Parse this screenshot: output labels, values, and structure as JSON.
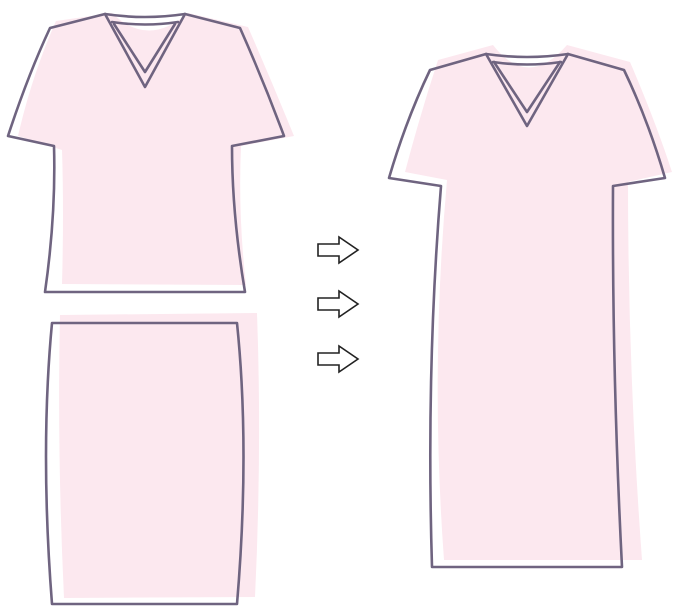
{
  "colors": {
    "fabric": "#fce8ef",
    "outline": "#6f6480",
    "arrow_fill": "#ffffff",
    "arrow_stroke": "#222222",
    "background": "#ffffff"
  },
  "garments": [
    {
      "name": "t-shirt",
      "icon": "v-neck-tshirt-icon"
    },
    {
      "name": "pencil-skirt",
      "icon": "pencil-skirt-icon"
    },
    {
      "name": "dress",
      "icon": "v-neck-dress-icon"
    }
  ],
  "arrows": {
    "count": 3,
    "direction": "right",
    "icon": "right-arrow-icon"
  }
}
